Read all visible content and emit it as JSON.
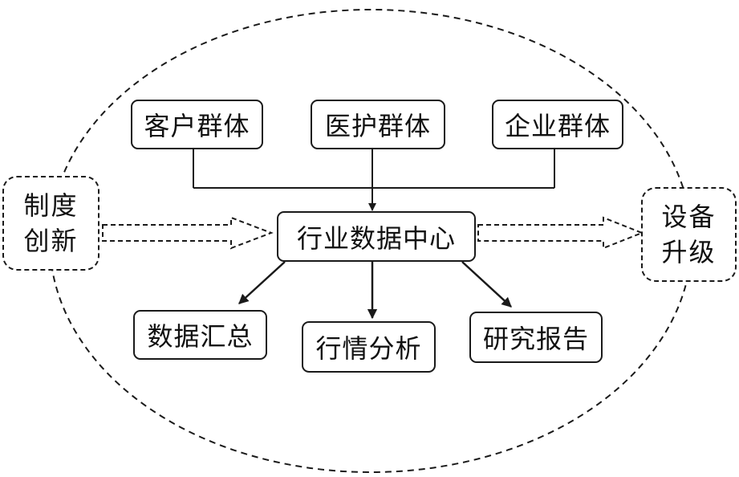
{
  "groups": {
    "customer": "客户群体",
    "medical": "医护群体",
    "enterprise": "企业群体"
  },
  "center": "行业数据中心",
  "outputs": {
    "summary": "数据汇总",
    "market": "行情分析",
    "report": "研究报告"
  },
  "left_side": {
    "line1": "制度",
    "line2": "创新"
  },
  "right_side": {
    "line1": "设备",
    "line2": "升级"
  }
}
